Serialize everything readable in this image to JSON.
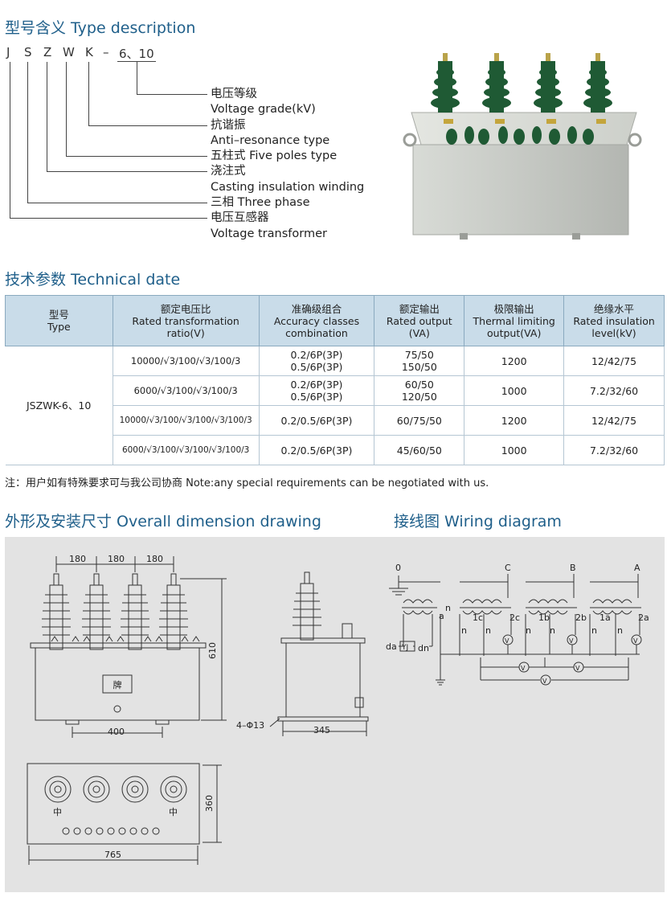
{
  "type_description": {
    "heading": "型号含义 Type description",
    "code_letters": [
      "J",
      "S",
      "Z",
      "W",
      "K",
      "–",
      "6、10"
    ],
    "lines": [
      "电压等级",
      "Voltage grade(kV)",
      "抗谐振",
      "Anti–resonance type",
      "五柱式 Five poles type",
      "浇注式",
      "Casting insulation winding",
      "三相 Three phase",
      "电压互感器",
      "Voltage transformer"
    ]
  },
  "technical": {
    "heading": "技术参数 Technical date",
    "headers": [
      [
        "型号",
        "Type"
      ],
      [
        "额定电压比",
        "Rated transformation",
        "ratio(V)"
      ],
      [
        "准确级组合",
        "Accuracy classes",
        "combination"
      ],
      [
        "额定输出",
        "Rated output",
        "(VA)"
      ],
      [
        "极限输出",
        "Thermal limiting",
        "output(VA)"
      ],
      [
        "绝缘水平",
        "Rated insulation",
        "level(kV)"
      ]
    ],
    "model": "JSZWK-6、10",
    "rows": [
      {
        "ratio": "10000/√3/100/√3/100/3",
        "accuracy": [
          "0.2/6P(3P)",
          "0.5/6P(3P)"
        ],
        "output": [
          "75/50",
          "150/50"
        ],
        "thermal": "1200",
        "insulation": "12/42/75"
      },
      {
        "ratio": "6000/√3/100/√3/100/3",
        "accuracy": [
          "0.2/6P(3P)",
          "0.5/6P(3P)"
        ],
        "output": [
          "60/50",
          "120/50"
        ],
        "thermal": "1000",
        "insulation": "7.2/32/60"
      },
      {
        "ratio": "10000/√3/100/√3/100/√3/100/3",
        "accuracy": [
          "0.2/0.5/6P(3P)"
        ],
        "output": [
          "60/75/50"
        ],
        "thermal": "1200",
        "insulation": "12/42/75"
      },
      {
        "ratio": "6000/√3/100/√3/100/√3/100/3",
        "accuracy": [
          "0.2/0.5/6P(3P)"
        ],
        "output": [
          "45/60/50"
        ],
        "thermal": "1000",
        "insulation": "7.2/32/60"
      }
    ],
    "note": "注：用户如有特殊要求可与我公司协商 Note:any special requirements can be negotiated with us."
  },
  "drawings": {
    "overall_heading": "外形及安装尺寸 Overall dimension drawing",
    "wiring_heading": "接线图  Wiring diagram",
    "dims": {
      "pitch": "180",
      "height": "610",
      "mount_width": "400",
      "mount_holes": "4–Φ13",
      "side_width": "345",
      "depth": "360",
      "length": "765",
      "nameplate": "牌",
      "ground_symbol": "中"
    },
    "wiring": {
      "phases": [
        "0",
        "C",
        "B",
        "A"
      ],
      "residual": [
        "a",
        "da",
        "dn",
        "YJ"
      ],
      "secondary": [
        "1c",
        "2c",
        "1b",
        "2b",
        "1a",
        "2a"
      ],
      "neutral": "n",
      "voltmeter": "V"
    }
  },
  "colors": {
    "heading": "#1f5f8a",
    "table_header": "#c9dce9",
    "panel_bg": "#e3e3e3",
    "insulator_green": "#1f5a34",
    "tank_grey": "#c6c9c4"
  }
}
